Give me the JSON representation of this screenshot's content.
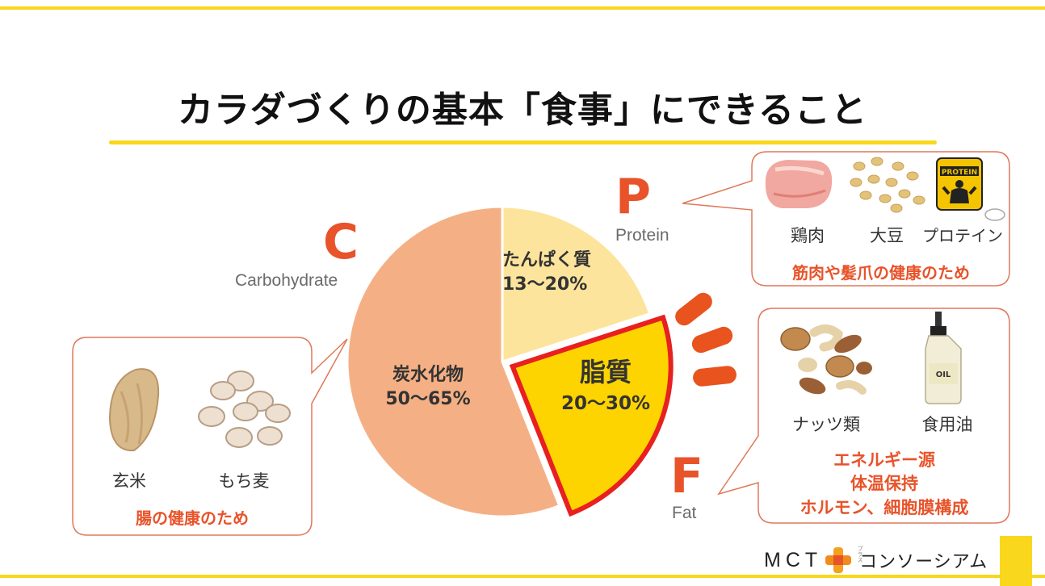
{
  "title": "カラダづくりの基本「食事」にできること",
  "chart_data": {
    "type": "pie",
    "slices": [
      {
        "key": "protein",
        "label": "たんぱく質",
        "range": "13〜20%",
        "value": 20,
        "color": "#fde49c"
      },
      {
        "key": "fat",
        "label": "脂質",
        "range": "20〜30%",
        "value": 24,
        "color": "#fdd400",
        "highlight": "#e82020"
      },
      {
        "key": "carb",
        "label": "炭水化物",
        "range": "50〜65%",
        "value": 56,
        "color": "#f4b084"
      }
    ]
  },
  "categories": {
    "carb": {
      "letter": "C",
      "name": "Carbohydrate"
    },
    "protein": {
      "letter": "P",
      "name": "Protein"
    },
    "fat": {
      "letter": "F",
      "name": "Fat"
    }
  },
  "callouts": {
    "protein": {
      "foods": [
        "鶏肉",
        "大豆",
        "プロテイン"
      ],
      "caption": "筋肉や髪爪の健康のため",
      "tub_label": "PROTEIN"
    },
    "carb": {
      "foods": [
        "玄米",
        "もち麦"
      ],
      "caption": "腸の健康のため"
    },
    "fat": {
      "foods": [
        "ナッツ類",
        "食用油"
      ],
      "caption_lines": [
        "エネルギー源",
        "体温保持",
        "ホルモン、細胞膜構成"
      ],
      "bottle_label": "OIL"
    }
  },
  "logo": {
    "left": "MCT",
    "sub": "プラス",
    "right": "コンソーシアム"
  },
  "colors": {
    "accent": "#e8532a",
    "yellow": "#f9d71c",
    "border": "#e0785a"
  }
}
